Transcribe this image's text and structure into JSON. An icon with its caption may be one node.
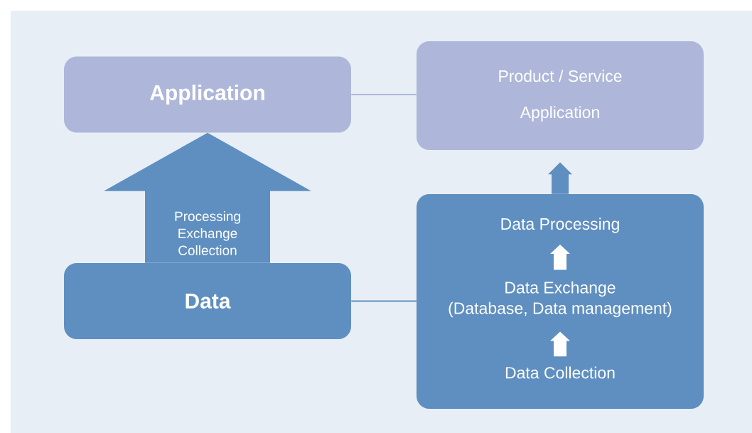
{
  "diagram": {
    "nodes": [
      {
        "text": [
          "Application"
        ]
      },
      {
        "text": [
          "Product / Service",
          "Application"
        ]
      },
      {
        "text": [
          "Data"
        ]
      },
      {
        "text": [],
        "shape": "box"
      },
      {
        "text": [
          "Data Processing"
        ],
        "in": 3
      },
      {
        "text": [
          "Data Exchange",
          "(Database, Data management)"
        ],
        "in": 3
      },
      {
        "text": [
          "Data Collection"
        ],
        "in": 3
      }
    ],
    "edges": [
      {
        "from": 0,
        "to": 1,
        "arrow": "none",
        "color": "#aeb7d9"
      },
      {
        "from": 2,
        "to": 3,
        "arrow": "none"
      },
      {
        "from": 2,
        "to": 0,
        "arrow": "to",
        "style": "thick",
        "label": "Processing Exchange Collection"
      },
      {
        "from": 3,
        "to": 1,
        "arrow": "to",
        "style": "thick"
      },
      {
        "from": 6,
        "to": 5,
        "arrow": "to",
        "style": "thick",
        "color": "#ffffff"
      },
      {
        "from": 5,
        "to": 4,
        "arrow": "to",
        "style": "thick",
        "color": "#ffffff"
      }
    ]
  }
}
